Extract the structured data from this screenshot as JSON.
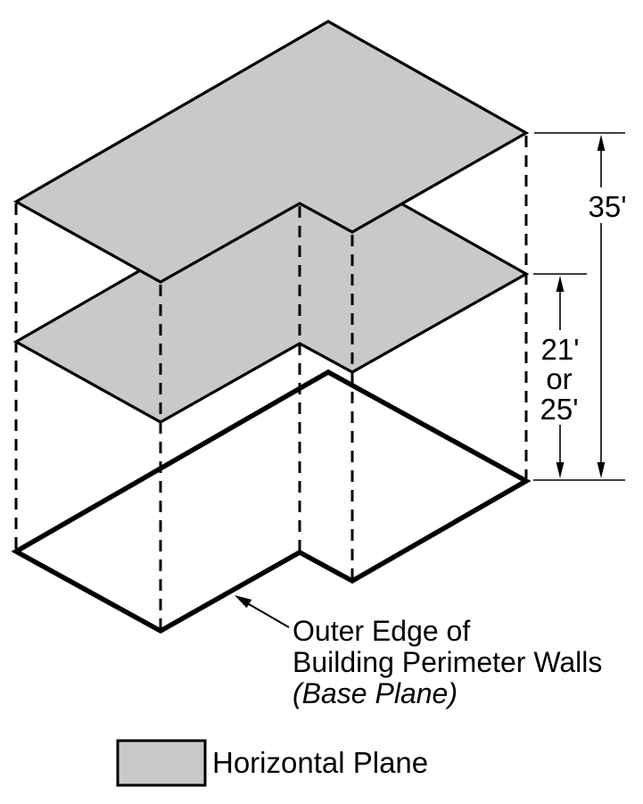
{
  "diagram": {
    "colors": {
      "plane_fill": "#C9C9C9",
      "line": "#000000",
      "background": "#FFFFFF"
    },
    "dimensions": {
      "overall_height": "35'",
      "intermediate_height_line1": "21'",
      "intermediate_height_line2": "or",
      "intermediate_height_line3": "25'"
    },
    "annotation": {
      "line1": "Outer Edge of",
      "line2": "Building Perimeter Walls",
      "line3": "(Base Plane)"
    },
    "legend": {
      "label": "Horizontal Plane"
    }
  }
}
